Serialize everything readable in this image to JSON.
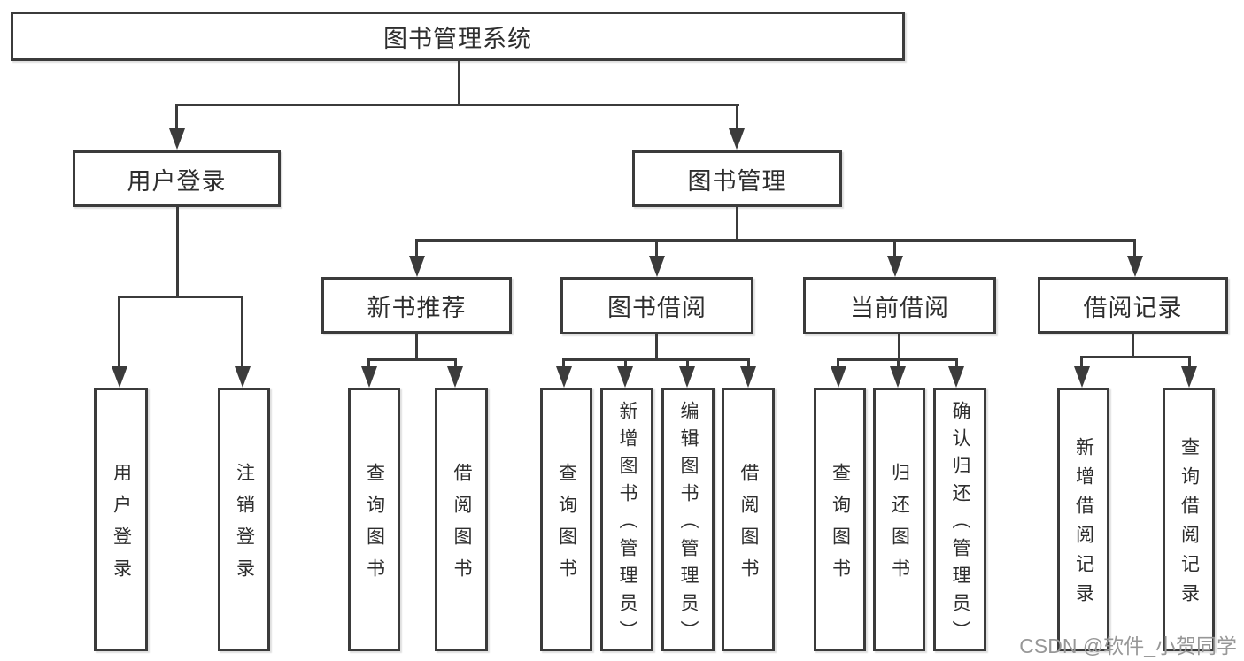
{
  "tree": {
    "label": "图书管理系统",
    "children": [
      {
        "label": "用户登录",
        "children": [
          {
            "label": "用户登录"
          },
          {
            "label": "注销登录"
          }
        ]
      },
      {
        "label": "图书管理",
        "children": [
          {
            "label": "新书推荐",
            "children": [
              {
                "label": "查询图书"
              },
              {
                "label": "借阅图书"
              }
            ]
          },
          {
            "label": "图书借阅",
            "children": [
              {
                "label": "查询图书"
              },
              {
                "label": "新增图书（管理员）"
              },
              {
                "label": "编辑图书（管理员）"
              },
              {
                "label": "借阅图书"
              }
            ]
          },
          {
            "label": "当前借阅",
            "children": [
              {
                "label": "查询图书"
              },
              {
                "label": "归还图书"
              },
              {
                "label": "确认归还（管理员）"
              }
            ]
          },
          {
            "label": "借阅记录",
            "children": [
              {
                "label": "新增借阅记录"
              },
              {
                "label": "查询借阅记录"
              }
            ]
          }
        ]
      }
    ]
  },
  "watermark": {
    "text": "CSDN @软件_小贺同学"
  },
  "appearance": {
    "line_color": "#3b3b3b",
    "box_fill": "#ffffff",
    "text_color": "#2e2e2e",
    "watermark_color": "#979797"
  }
}
